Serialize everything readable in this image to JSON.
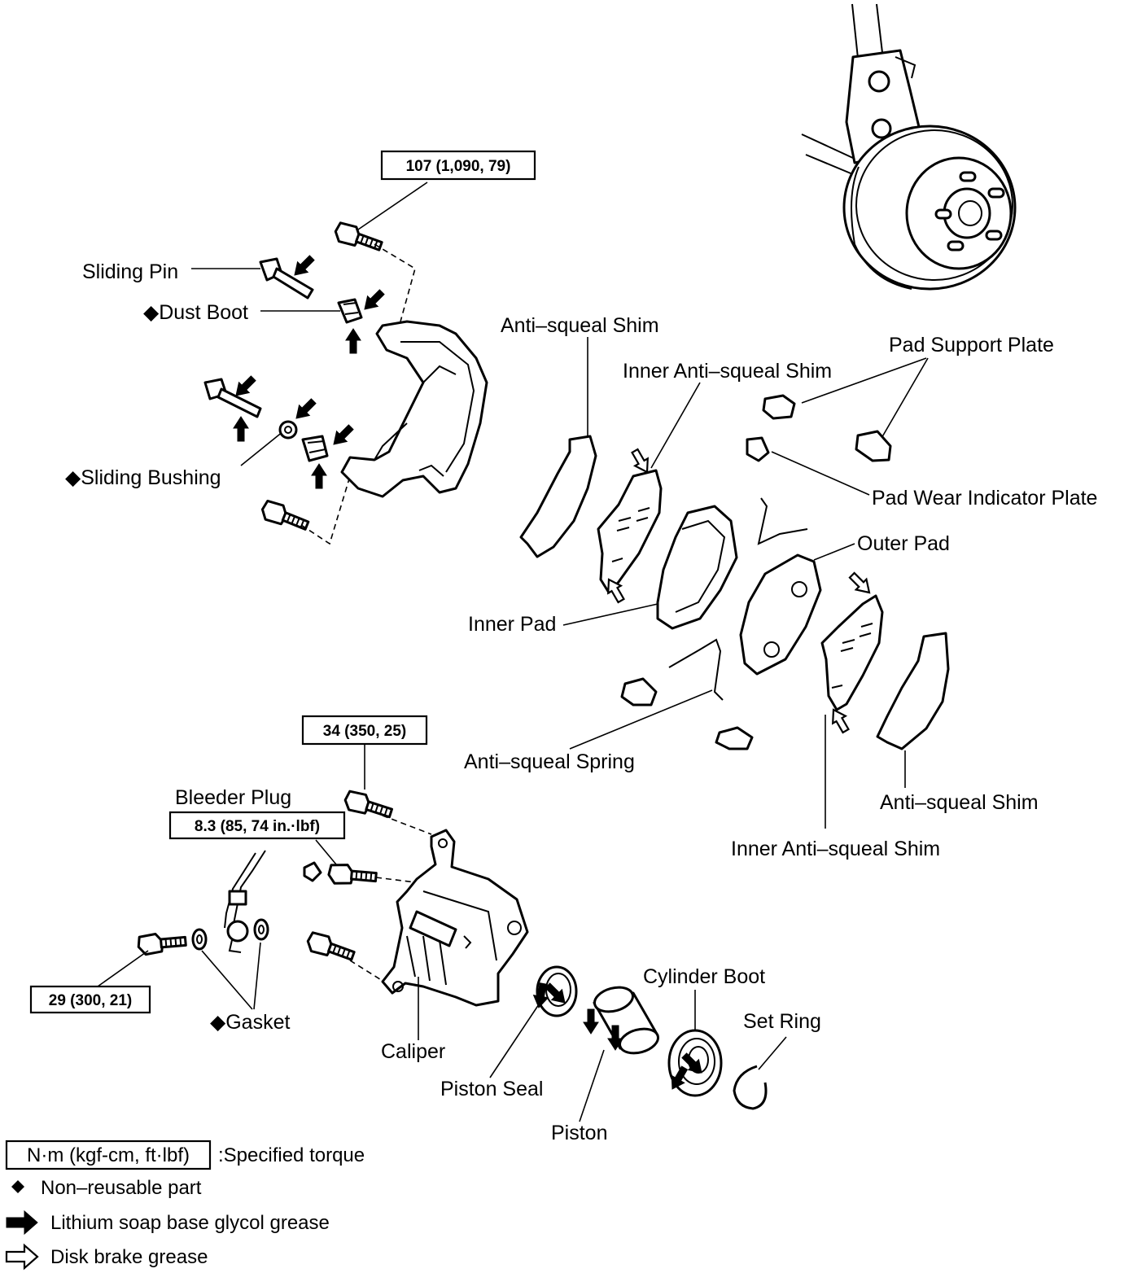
{
  "labels": {
    "sliding_pin": "Sliding Pin",
    "dust_boot": "◆Dust Boot",
    "sliding_bushing": "◆Sliding Bushing",
    "anti_squeal_shim_top": "Anti–squeal Shim",
    "inner_anti_squeal_shim_top": "Inner Anti–squeal Shim",
    "pad_support_plate": "Pad Support Plate",
    "pad_wear_indicator_plate": "Pad Wear Indicator Plate",
    "outer_pad": "Outer Pad",
    "inner_pad": "Inner Pad",
    "anti_squeal_spring": "Anti–squeal Spring",
    "anti_squeal_shim_bottom": "Anti–squeal Shim",
    "inner_anti_squeal_shim_bottom": "Inner Anti–squeal Shim",
    "bleeder_plug": "Bleeder Plug",
    "gasket": "◆Gasket",
    "caliper": "Caliper",
    "piston_seal": "Piston Seal",
    "piston": "Piston",
    "cylinder_boot": "Cylinder Boot",
    "set_ring": "Set Ring"
  },
  "torques": {
    "mounting_bolt": "107 (1,090, 79)",
    "caliper_bolt": "34 (350, 25)",
    "bleeder_plug": "8.3 (85, 74 in.·lbf)",
    "union_bolt": "29 (300, 21)"
  },
  "legend": {
    "torque_unit_box": "N·m (kgf-cm, ft·lbf)",
    "torque_desc": ":Specified torque",
    "non_reusable": "Non–reusable part",
    "lithium_grease": "Lithium soap base glycol grease",
    "disk_brake_grease": "Disk brake grease"
  },
  "icons": {
    "non_reusable_marker": "diamond-icon",
    "lithium_grease_marker": "solid-arrow-icon",
    "disk_brake_grease_marker": "open-arrow-icon"
  }
}
